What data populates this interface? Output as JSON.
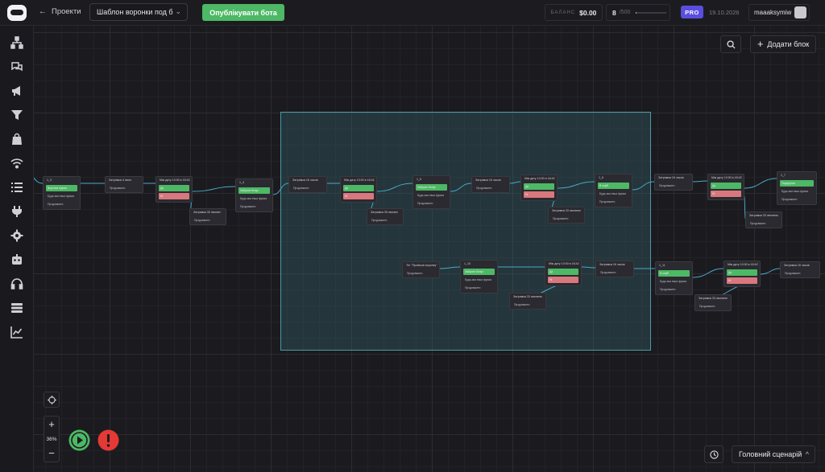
{
  "topbar": {
    "back_label": "Проекти",
    "funnel_name": "Шаблон воронки под б",
    "publish_label": "Опублікувати бота",
    "balance_label": "БАЛАНС",
    "balance_value": "$0.00",
    "limit_used": "8",
    "limit_total": "/500",
    "limit_fraction": 0.016,
    "pro_label": "PRO",
    "pro_date": "19.10.2026",
    "username": "maaaksymiw"
  },
  "sidebar": {
    "icons": [
      "sitemap-icon",
      "chat-icon",
      "megaphone-icon",
      "funnel-icon",
      "bag-icon",
      "wifi-icon",
      "checklist-icon",
      "plug-icon",
      "gear-icon",
      "robot-icon",
      "headset-icon",
      "database-icon",
      "analytics-icon"
    ]
  },
  "canvas": {
    "add_block_label": "Додати блок",
    "zoom_level": "36%",
    "scenario_label": "Головний сценарій"
  },
  "colors": {
    "accent_green": "#4db865",
    "danger_red": "#e53935",
    "pro_purple": "#5a4ee0",
    "selection": "#4a9aa6"
  },
  "nodes": [
    {
      "title": "1_3",
      "rows": [
        {
          "t": "Воронка підпис",
          "c": "green"
        },
        {
          "t": "Будь-яка інша фраза",
          "c": "plain"
        },
        {
          "t": "Продовжити",
          "c": "plain"
        }
      ]
    },
    {
      "title": "Затримка 4 хвил.",
      "rows": [
        {
          "t": "Продовжити",
          "c": "plain"
        }
      ]
    },
    {
      "title": "Між дату 10:00 в 18:42",
      "rows": [
        {
          "t": "Да",
          "c": "green"
        },
        {
          "t": "Ні",
          "c": "red"
        }
      ]
    },
    {
      "title": "Затримка 30 хвилин",
      "rows": [
        {
          "t": "Продовжити",
          "c": "plain"
        }
      ]
    },
    {
      "title": "1_4",
      "rows": [
        {
          "t": "Забрати бонус",
          "c": "green"
        },
        {
          "t": "Будь-яка інша фраза",
          "c": "plain"
        },
        {
          "t": "Продовжити",
          "c": "plain"
        }
      ]
    },
    {
      "title": "Затримка 16 часов",
      "rows": [
        {
          "t": "Продовжити",
          "c": "plain"
        }
      ]
    },
    {
      "title": "Між дату 10:00 в 18:42",
      "rows": [
        {
          "t": "Да",
          "c": "green"
        },
        {
          "t": "Ні",
          "c": "red"
        }
      ]
    },
    {
      "title": "Затримка 35 хвилин",
      "rows": [
        {
          "t": "Продовжити",
          "c": "plain"
        }
      ]
    },
    {
      "title": "1_5",
      "rows": [
        {
          "t": "Забрати бонус",
          "c": "green"
        },
        {
          "t": "Будь-яка інша фраза",
          "c": "plain"
        },
        {
          "t": "Продовжити",
          "c": "plain"
        }
      ]
    },
    {
      "title": "Затримка 16 часов",
      "rows": [
        {
          "t": "Продовжити",
          "c": "plain"
        }
      ]
    },
    {
      "title": "Між дату 10:00 в 18:42",
      "rows": [
        {
          "t": "Да",
          "c": "green"
        },
        {
          "t": "Ні",
          "c": "red"
        }
      ]
    },
    {
      "title": "Затримка 33 хвилини",
      "rows": [
        {
          "t": "Продовжити",
          "c": "plain"
        }
      ]
    },
    {
      "title": "1_6",
      "rows": [
        {
          "t": "В клубі",
          "c": "green"
        },
        {
          "t": "Будь-яка інша фраза",
          "c": "plain"
        },
        {
          "t": "Продовжити",
          "c": "plain"
        }
      ]
    },
    {
      "title": "Затримка 16 часов",
      "rows": [
        {
          "t": "Продовжити",
          "c": "plain"
        }
      ]
    },
    {
      "title": "Між дату 10:00 в 18:42",
      "rows": [
        {
          "t": "Да",
          "c": "green"
        },
        {
          "t": "Ні",
          "c": "red"
        }
      ]
    },
    {
      "title": "Затримка 33 хвилини",
      "rows": [
        {
          "t": "Продовжити",
          "c": "plain"
        }
      ]
    },
    {
      "title": "1_7",
      "rows": [
        {
          "t": "Подарунок",
          "c": "green"
        },
        {
          "t": "Будь-яка інша фраза",
          "c": "plain"
        },
        {
          "t": "Продовжити",
          "c": "plain"
        }
      ]
    },
    {
      "title": "Тег \"Пройшов воронку\"",
      "rows": [
        {
          "t": "Продовжити",
          "c": "plain"
        }
      ]
    },
    {
      "title": "1_10",
      "rows": [
        {
          "t": "Забрати бонус",
          "c": "green"
        },
        {
          "t": "Будь-яка інша фраза",
          "c": "plain"
        },
        {
          "t": "Продовжити",
          "c": "plain"
        }
      ]
    },
    {
      "title": "Між дату 10:00 в 18:42",
      "rows": [
        {
          "t": "Да",
          "c": "green"
        },
        {
          "t": "Ні",
          "c": "red"
        }
      ]
    },
    {
      "title": "Затримка 16 часов",
      "rows": [
        {
          "t": "Продовжити",
          "c": "plain"
        }
      ]
    },
    {
      "title": "Затримка 33 хвилини",
      "rows": [
        {
          "t": "Продовжити",
          "c": "plain"
        }
      ]
    },
    {
      "title": "1_11",
      "rows": [
        {
          "t": "В клубі",
          "c": "green"
        },
        {
          "t": "Будь-яка інша фраза",
          "c": "plain"
        },
        {
          "t": "Продовжити",
          "c": "plain"
        }
      ]
    },
    {
      "title": "Між дату 10:00 в 18:42",
      "rows": [
        {
          "t": "Да",
          "c": "green"
        },
        {
          "t": "Ні",
          "c": "red"
        }
      ]
    },
    {
      "title": "Затримка 33 хвилини",
      "rows": [
        {
          "t": "Продовжити",
          "c": "plain"
        }
      ]
    },
    {
      "title": "Затримка 16 часов",
      "rows": [
        {
          "t": "Продовжити",
          "c": "plain"
        }
      ]
    }
  ]
}
